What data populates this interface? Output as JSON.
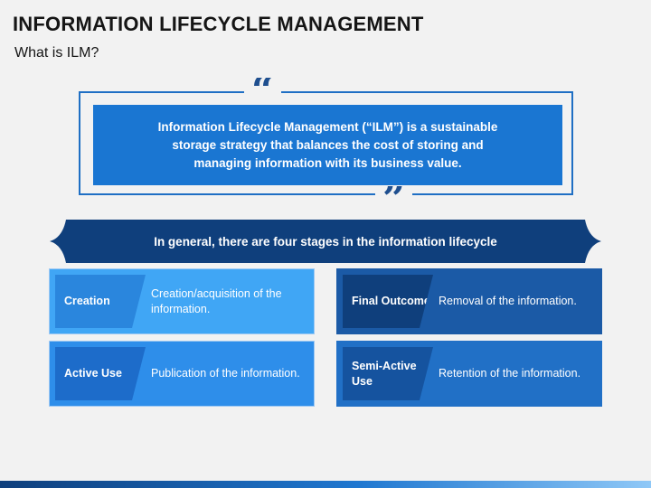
{
  "slide": {
    "title": "INFORMATION LIFECYCLE MANAGEMENT",
    "subtitle": "What is ILM?"
  },
  "quote": {
    "open_mark": "“",
    "close_mark": "”",
    "text": "Information Lifecycle Management (“ILM”) is a sustainable storage strategy that balances the cost of storing and managing information with its business value."
  },
  "banner": {
    "text": "In general, there are four stages in the information lifecycle"
  },
  "stages": [
    {
      "label": "Creation",
      "description": "Creation/acquisition of the information."
    },
    {
      "label": "Active Use",
      "description": "Publication of the information."
    },
    {
      "label": "Final Outcome",
      "description": "Removal of the information."
    },
    {
      "label": "Semi-Active Use",
      "description": "Retention of the information."
    }
  ],
  "colors": {
    "accent": "#1a76d2",
    "banner": "#0f3f7c",
    "light_blue": "#40a6f5",
    "dark_blue": "#1b5aa6"
  }
}
